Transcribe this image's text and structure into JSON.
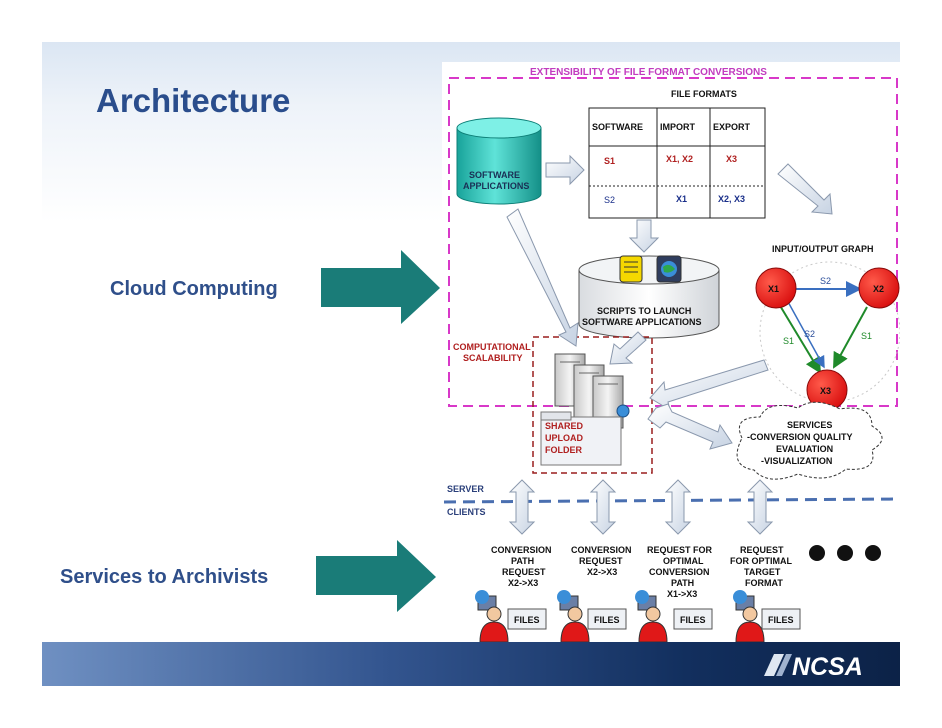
{
  "slide": {
    "title": "Architecture",
    "left_labels": {
      "cloud": "Cloud Computing",
      "services": "Services to Archivists"
    }
  },
  "diagram": {
    "extensibility_title": "EXTENSIBILITY OF FILE FORMAT CONVERSIONS",
    "software_db": [
      "SOFTWARE",
      "APPLICATIONS"
    ],
    "file_formats": {
      "title": "FILE FORMATS",
      "headers": [
        "SOFTWARE",
        "IMPORT",
        "EXPORT"
      ],
      "rows": [
        [
          "S1",
          "X1, X2",
          "X3"
        ],
        [
          "S2",
          "X1",
          "X2, X3"
        ]
      ]
    },
    "scripts_db": [
      "SCRIPTS TO LAUNCH",
      "SOFTWARE APPLICATIONS"
    ],
    "io_graph": {
      "title": "INPUT/OUTPUT GRAPH",
      "nodes": [
        "X1",
        "X2",
        "X3"
      ],
      "edges": [
        "S2",
        "S1",
        "S2",
        "S1"
      ]
    },
    "computational": [
      "COMPUTATIONAL",
      "SCALABILITY"
    ],
    "shared_folder": [
      "SHARED",
      "UPLOAD",
      "FOLDER"
    ],
    "services_cloud": [
      "SERVICES",
      "-CONVERSION QUALITY",
      "EVALUATION",
      "-VISUALIZATION"
    ],
    "server_label": "SERVER",
    "clients_label": "CLIENTS",
    "requests": [
      [
        "CONVERSION",
        "PATH",
        "REQUEST",
        "X2->X3"
      ],
      [
        "CONVERSION",
        "REQUEST",
        "X2->X3"
      ],
      [
        "REQUEST FOR",
        "OPTIMAL",
        "CONVERSION",
        "PATH",
        "X1->X3"
      ],
      [
        "REQUEST",
        "FOR OPTIMAL",
        "TARGET",
        "FORMAT"
      ]
    ],
    "files_label": "FILES"
  },
  "footer": {
    "logo": "NCSA"
  },
  "colors": {
    "title": "#2a4d8c",
    "arrow_teal": "#1a7c78",
    "dashed_magenta": "#d838c8",
    "dashed_red": "#9a1f1f",
    "node_red": "#e01818",
    "db_teal": "#2ec4b8",
    "server_line": "#4a6fb0"
  }
}
